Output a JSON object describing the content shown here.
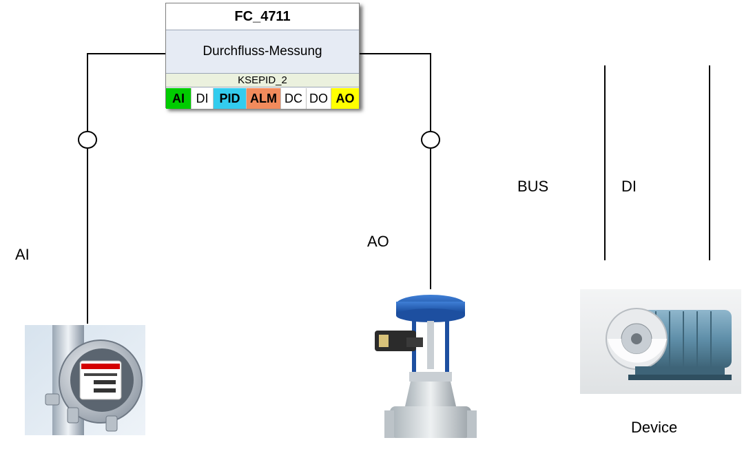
{
  "block": {
    "title": "FC_4711",
    "description": "Durchfluss-Messung",
    "function_block": "KSEPID_2",
    "chips": [
      {
        "label": "AI",
        "bg": "#00cc00",
        "bold": true
      },
      {
        "label": "DI",
        "bg": "#ffffff",
        "bold": false
      },
      {
        "label": "PID",
        "bg": "#33ccee",
        "bold": true
      },
      {
        "label": "ALM",
        "bg": "#f28b5c",
        "bold": true
      },
      {
        "label": "DC",
        "bg": "#ffffff",
        "bold": false
      },
      {
        "label": "DO",
        "bg": "#ffffff",
        "bold": false
      },
      {
        "label": "AO",
        "bg": "#ffff00",
        "bold": true
      }
    ]
  },
  "labels": {
    "ai": "AI",
    "ao": "AO",
    "bus": "BUS",
    "di": "DI",
    "device": "Device"
  },
  "devices": {
    "transmitter": "flow-transmitter-icon",
    "valve": "control-valve-icon",
    "motor": "electric-motor-icon"
  }
}
